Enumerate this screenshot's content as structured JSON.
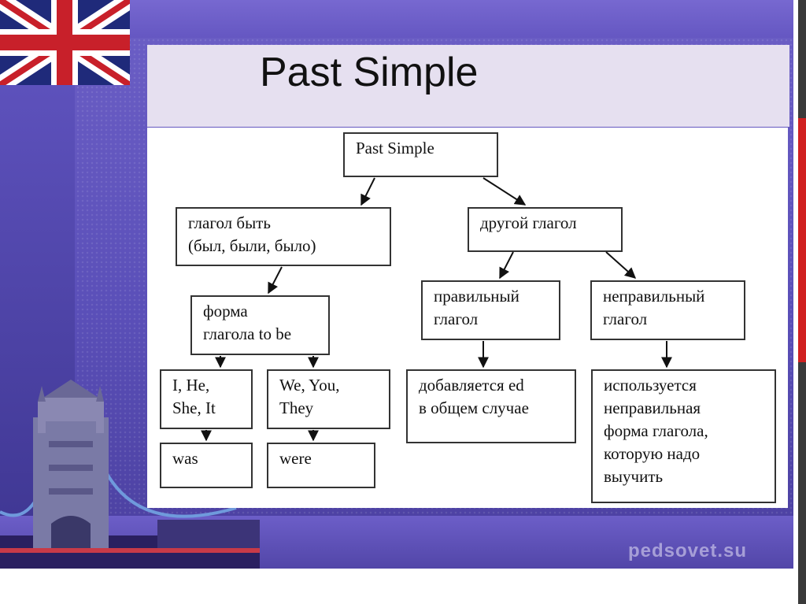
{
  "slide": {
    "title": "Past Simple",
    "watermark": "pedsovet.su"
  },
  "diagram": {
    "root": "Past Simple",
    "verb_to_be": "глагол быть\n(был, были, было)",
    "other_verb": "другой глагол",
    "to_be_form": "форма\nглагола to be",
    "regular_verb": "правильный\nглагол",
    "irregular_verb": "неправильный\nглагол",
    "singular_pronouns": "I, He,\nShe, It",
    "plural_pronouns": "We, You,\nThey",
    "regular_rule": "добавляется ed\nв общем случае",
    "irregular_rule": "используется\nнеправильная\nформа глагола,\nкоторую надо\nвыучить",
    "was": "was",
    "were": "were"
  },
  "colors": {
    "background": "#5a4fb8",
    "panel": "#e6e0f0",
    "accent_strip": "#d02020"
  }
}
